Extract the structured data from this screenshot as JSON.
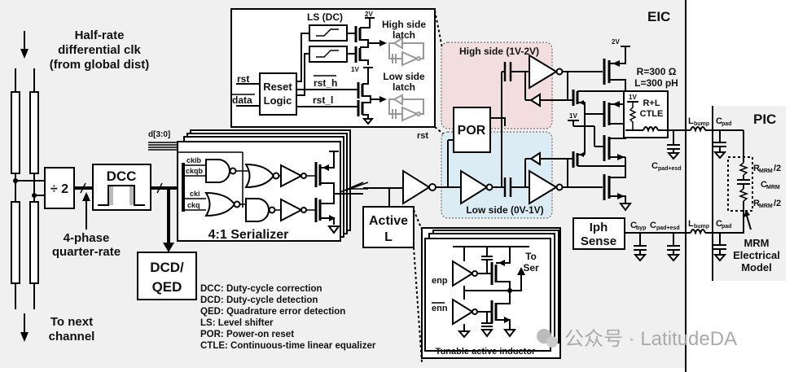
{
  "diagram": {
    "regions": {
      "eic": "EIC",
      "pic": "PIC"
    },
    "clock_input": {
      "line1": "Half-rate",
      "line2": "differential clk",
      "line3": "(from global dist)"
    },
    "next_channel": {
      "line1": "To next",
      "line2": "channel"
    },
    "divider": "÷ 2",
    "four_phase": {
      "line1": "4-phase",
      "line2": "quarter-rate"
    },
    "dcc": "DCC",
    "dcd_qed": {
      "line1": "DCD/",
      "line2": "QED"
    },
    "serializer": {
      "label": "4:1 Serializer",
      "data_bus": "d[3:0]",
      "clk_ckib": "ckib",
      "clk_ckqb": "ckqb",
      "clk_cki": "cki",
      "clk_ckq": "ckq"
    },
    "active_l": {
      "line1": "Active",
      "line2": "L"
    },
    "tunable_inductor": {
      "label": "Tunable active inductor",
      "enp": "enp",
      "enn": "enn",
      "to_ser_1": "To",
      "to_ser_2": "Ser"
    },
    "reset_inset": {
      "rst": "rst",
      "data": "data",
      "reset_logic_1": "Reset",
      "reset_logic_2": "Logic",
      "ls_dc": "LS (DC)",
      "rst_h": "rst_h",
      "rst_l": "rst_l",
      "v2": "2V",
      "v1": "1V",
      "high_side_latch_1": "High side",
      "high_side_latch_2": "latch",
      "low_side_latch_1": "Low side",
      "low_side_latch_2": "latch"
    },
    "driver": {
      "rst": "rst",
      "por": "POR",
      "high_side": "High side (1V-2V)",
      "low_side": "Low side (0V-1V)",
      "v2": "2V",
      "v1": "1V",
      "high_side_color": "#f2dede",
      "low_side_color": "#dcecf4"
    },
    "ctle": {
      "r_value": "R=300 Ω",
      "l_value": "L=300 pH",
      "v1": "1V",
      "label_1": "R+L",
      "label_2": "CTLE",
      "c_pad_esd": "C",
      "c_pad_esd_sub": "pad+esd"
    },
    "iph_sense": {
      "line1": "Iph",
      "line2": "Sense",
      "c_byp": "C",
      "c_byp_sub": "byp",
      "c_pad_esd": "C",
      "c_pad_esd_sub": "pad+esd"
    },
    "interconnect": {
      "l_bump": "L",
      "l_bump_sub": "bump",
      "c_pad": "C",
      "c_pad_sub": "pad"
    },
    "mrm": {
      "r_half": "R",
      "r_half_sub": "MRM",
      "r_half_suffix": "/2",
      "c_mrm": "C",
      "c_mrm_sub": "MRM",
      "line1": "MRM",
      "line2": "Electrical",
      "line3": "Model"
    },
    "legend": [
      "DCC: Duty-cycle correction",
      "DCD: Duty-cycle detection",
      "QED: Quadrature error detection",
      "LS: Level shifter",
      "POR: Power-on reset",
      "CTLE: Continuous-time linear equalizer"
    ],
    "watermark": "公众号 · LatitudeDA"
  }
}
